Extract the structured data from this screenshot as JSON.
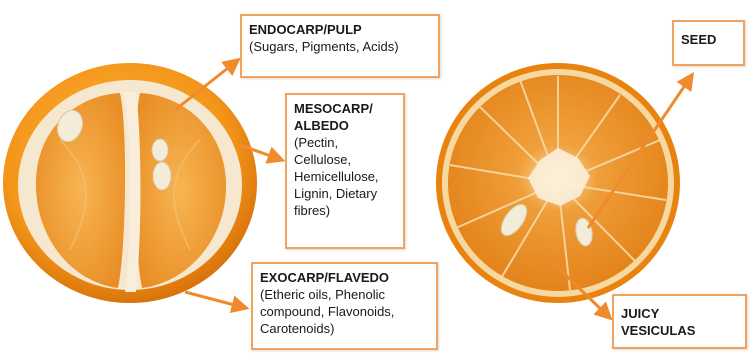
{
  "labels": {
    "endocarp": {
      "title": "ENDOCARP/PULP",
      "description": "(Sugars, Pigments, Acids)"
    },
    "mesocarp": {
      "title": "MESOCARP/\nALBEDO",
      "description": "(Pectin,\nCellulose,\nHemicellulose,\nLignin, Dietary\nfibres)"
    },
    "exocarp": {
      "title": "EXOCARP/FLAVEDO",
      "description": "(Etheric oils, Phenolic\ncompound, Flavonoids,\nCarotenoids)"
    },
    "seed": {
      "title": "SEED"
    },
    "juicy": {
      "title": "JUICY\nVESICULAS"
    }
  },
  "colors": {
    "arrow": "#f08a2c",
    "box_border": "#f0a35e",
    "peel": "#f29a1c",
    "pulp": "#f0a33a",
    "albedo": "#f6ecd8",
    "seed": "#f3ecd9"
  }
}
